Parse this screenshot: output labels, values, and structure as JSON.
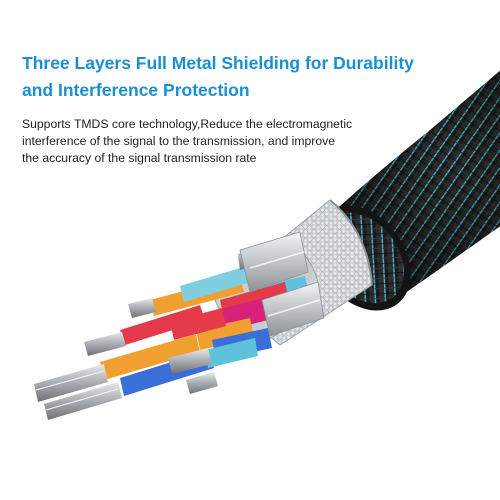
{
  "heading": {
    "line1": "Three Layers Full Metal Shielding for Durability",
    "line2": "and Interference Protection"
  },
  "description": {
    "line1": "Supports TMDS core technology,Reduce the electromagnetic",
    "line2": "interference of the signal to the transmission, and improve",
    "line3": "the accuracy of the signal transmission rate"
  },
  "colors": {
    "heading": "#1a8fd6",
    "body_text": "#1f1f1f",
    "braid_accent": "#46b8d8",
    "shield_silver": "#cfd3d6",
    "wire_orange": "#f0a030",
    "wire_red": "#e43a4a",
    "wire_blue": "#3a6fd8",
    "wire_cyan": "#7fcfe0",
    "wire_magenta": "#d8227a",
    "jacket_black": "#1b1b1b"
  },
  "illustration": {
    "icon": "braided-cable-cross-section-icon"
  }
}
